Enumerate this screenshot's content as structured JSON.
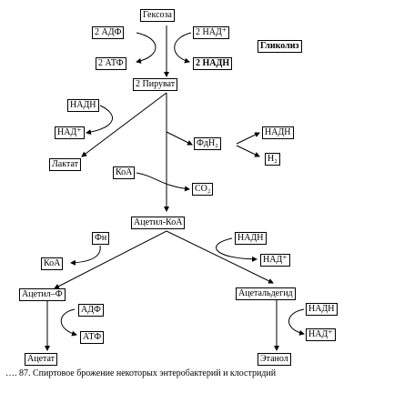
{
  "nodes": {
    "hexose": "Гексоза",
    "adp_in": "2 АДФ",
    "nad_in": "2 НАД⁺",
    "atp_out": "2 АТФ",
    "nadh_out": "2 НАДН",
    "glycolysis": "Гликолиз",
    "pyruvate": "2 Пируват",
    "ldh_nadh": "НАДН",
    "ldh_nad": "НАД⁺",
    "lactate": "Лактат",
    "fdh2": "ФдН₂",
    "hyd_nadh": "НАДН",
    "h2": "Н₂",
    "coa_in": "КоА",
    "co2": "CO₂",
    "acetyl_coa": "Ацетил-КоА",
    "phosphate": "Фн",
    "coa_out": "КоА",
    "adh_nadh": "НАДН",
    "adh_nad": "НАД⁺",
    "acetyl_p": "Ацетил–Ф",
    "acetaldehyde": "Ацетальдегид",
    "ak_adp": "АДФ",
    "ak_atp": "АТФ",
    "ed_nadh": "НАДН",
    "ed_nad": "НАД⁺",
    "acetate": "Ацетат",
    "ethanol": "Этанол"
  },
  "caption": "…. 87. Спиртовое брожение некоторых энтеробактерий и клостридий"
}
